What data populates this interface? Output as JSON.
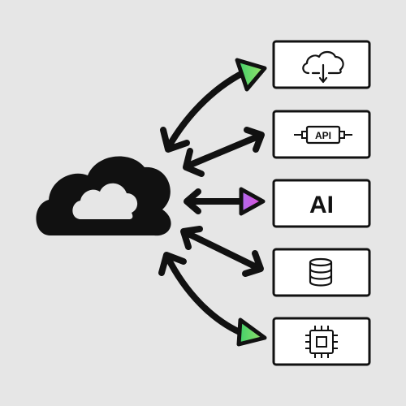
{
  "diagram": {
    "background_color": "#e6e6e6",
    "stroke_color": "#111111",
    "box_fill": "#ffffff",
    "hub": {
      "icon": "cloud-icon"
    },
    "nodes": [
      {
        "id": "cloud-download",
        "icon": "cloud-download-icon",
        "label": ""
      },
      {
        "id": "api",
        "icon": "api-connector-icon",
        "label": "API"
      },
      {
        "id": "ai",
        "icon": "",
        "label": "AI"
      },
      {
        "id": "database",
        "icon": "database-icon",
        "label": ""
      },
      {
        "id": "chip",
        "icon": "cpu-chip-icon",
        "label": ""
      }
    ],
    "arrowhead_colors": {
      "green": "#3fcf6a",
      "green_light": "#9be36a",
      "magenta": "#e04bd3",
      "violet": "#b06cf0"
    }
  }
}
